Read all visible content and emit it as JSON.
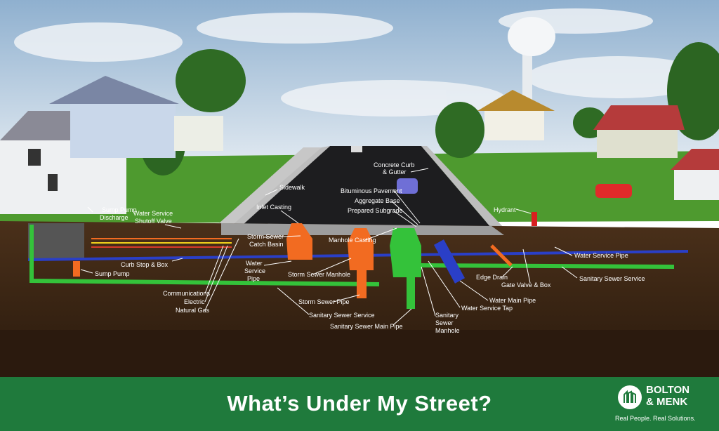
{
  "banner": {
    "title": "What’s Under My Street?",
    "color": "#1f7a3c"
  },
  "logo": {
    "line1": "BOLTON",
    "line2": "& MENK",
    "tagline": "Real People. Real Solutions."
  },
  "labels": {
    "sump_pump_discharge_1": "Sump Pump",
    "sump_pump_discharge_2": "Discharge",
    "water_service_shutoff_1": "Water Service",
    "water_service_shutoff_2": "Shutoff Valve",
    "sidewalk": "Sidewalk",
    "inlet_casting": "Inlet Casting",
    "concrete_curb_1": "Concrete Curb",
    "concrete_curb_2": "& Gutter",
    "bituminous_pavement": "Bituminous Pavement",
    "aggregate_base": "Aggregate Base",
    "prepared_subgrade": "Prepared Subgrade",
    "hydrant": "Hydrant",
    "storm_catch_basin_1": "Storm Sewer",
    "storm_catch_basin_2": "Catch Basin",
    "manhole_casting": "Manhole Casting",
    "curb_stop_box": "Curb Stop & Box",
    "sump_pump": "Sump Pump",
    "water_service_pipe_1": "Water",
    "water_service_pipe_2": "Service",
    "water_service_pipe_3": "Pipe",
    "storm_sewer_manhole": "Storm Sewer Manhole",
    "communications": "Communications",
    "electric": "Electric",
    "natural_gas": "Natural Gas",
    "storm_sewer_pipe": "Storm Sewer Pipe",
    "sanitary_sewer_service_left": "Sanitary Sewer Service",
    "sanitary_sewer_main_pipe": "Sanitary Sewer Main Pipe",
    "sanitary_manhole_1": "Sanitary",
    "sanitary_manhole_2": "Sewer",
    "sanitary_manhole_3": "Manhole",
    "water_service_tap": "Water Service Tap",
    "water_main_pipe": "Water Main Pipe",
    "edge_drain": "Edge Drain",
    "gate_valve_box": "Gate Valve & Box",
    "water_service_pipe_right": "Water Service Pipe",
    "sanitary_sewer_service_right": "Sanitary Sewer Service"
  },
  "colors": {
    "sky": "#b9cfe2",
    "grass": "#4e9a2f",
    "soil": "#3a2513",
    "asphalt": "#1d1d1f",
    "concrete": "#b9b9b9",
    "storm_orange": "#f26b21",
    "sanitary_green": "#34c23a",
    "water_blue": "#2a3fc7",
    "gas_yellow": "#f2d21b"
  }
}
